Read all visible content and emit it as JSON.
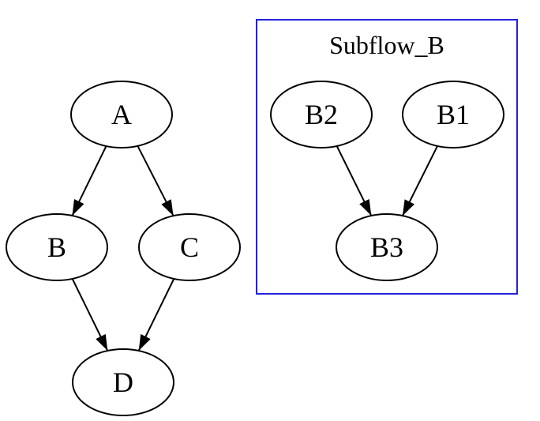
{
  "diagram": {
    "background_color": "#ffffff",
    "node_fill_color": "#ffffff",
    "node_stroke_color": "#000000",
    "edge_color": "#000000",
    "label_color": "#000000",
    "main_graph": {
      "nodes": [
        {
          "id": "A",
          "label": "A"
        },
        {
          "id": "B",
          "label": "B"
        },
        {
          "id": "C",
          "label": "C"
        },
        {
          "id": "D",
          "label": "D"
        }
      ],
      "edges": [
        {
          "from": "A",
          "to": "B"
        },
        {
          "from": "A",
          "to": "C"
        },
        {
          "from": "B",
          "to": "D"
        },
        {
          "from": "C",
          "to": "D"
        }
      ]
    },
    "cluster": {
      "label": "Subflow_B",
      "border_color": "#2222dd",
      "nodes": [
        {
          "id": "B2",
          "label": "B2"
        },
        {
          "id": "B1",
          "label": "B1"
        },
        {
          "id": "B3",
          "label": "B3"
        }
      ],
      "edges": [
        {
          "from": "B2",
          "to": "B3"
        },
        {
          "from": "B1",
          "to": "B3"
        }
      ]
    }
  }
}
